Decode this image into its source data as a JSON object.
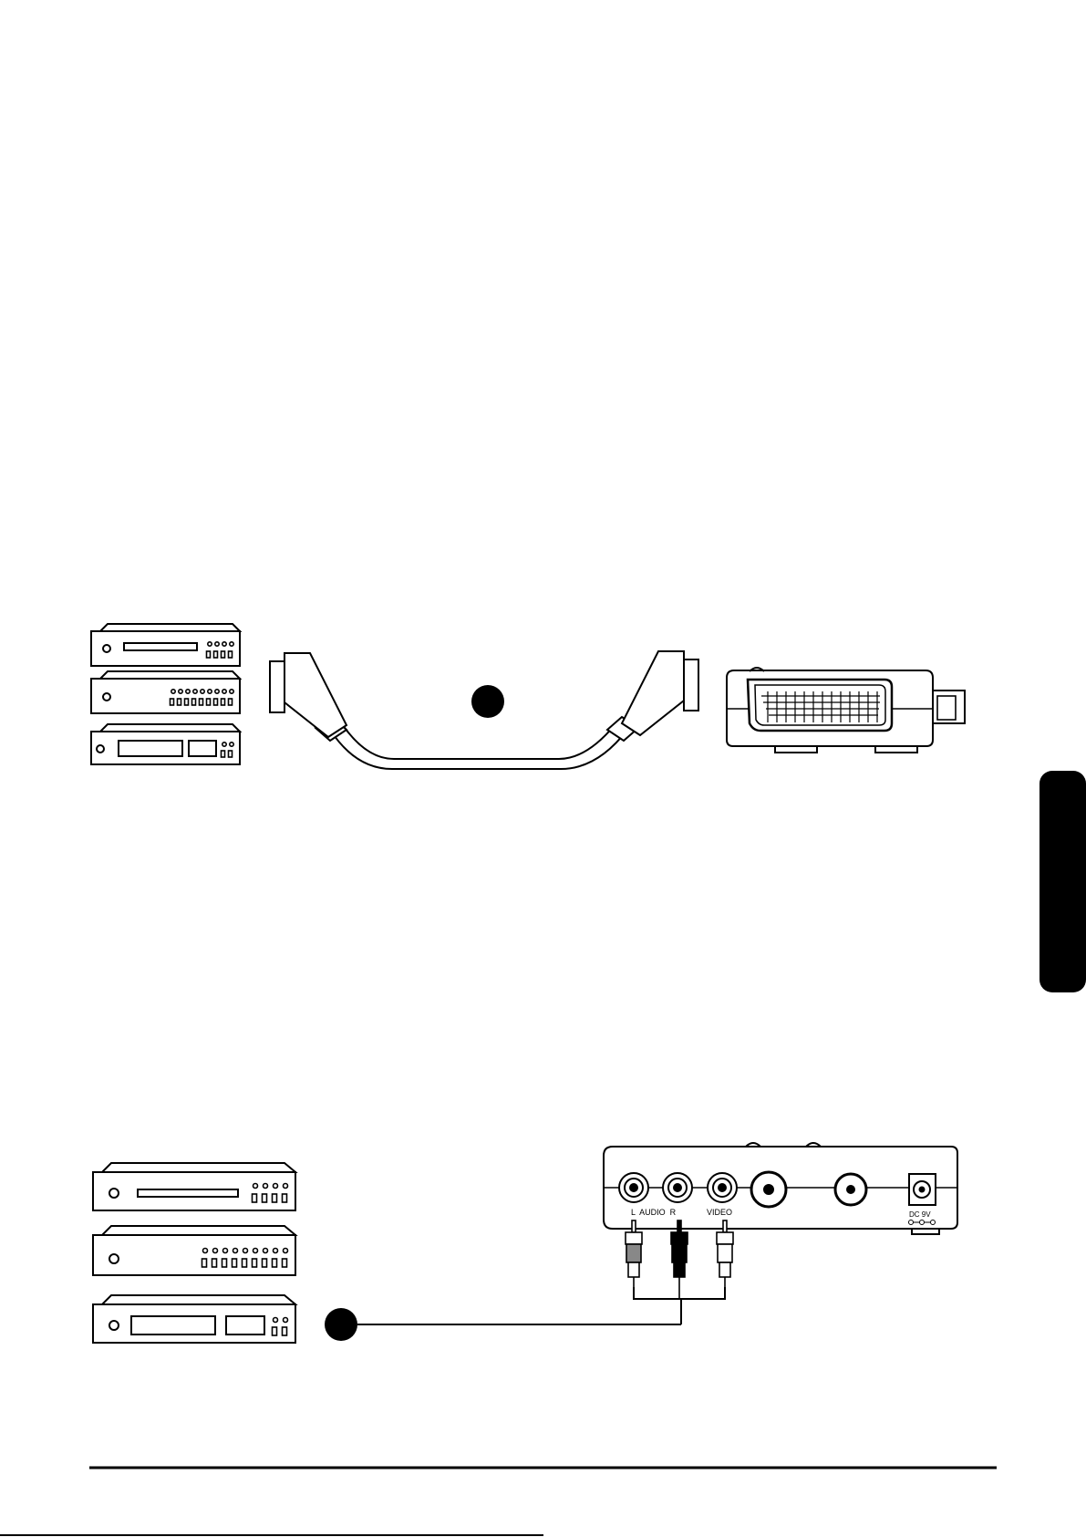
{
  "colors": {
    "ink": "#000000",
    "paper": "#ffffff",
    "grey": "#666666",
    "side_tab": "#000000"
  },
  "icons": {
    "tab": "side-tab",
    "devices": "av-device-icon",
    "scart": "scart-connector",
    "rca": "rca-plug"
  },
  "jack_panel": {
    "audio_label": "L  AUDIO  R",
    "video_label": "VIDEO",
    "dc_label": "DC 9V"
  }
}
